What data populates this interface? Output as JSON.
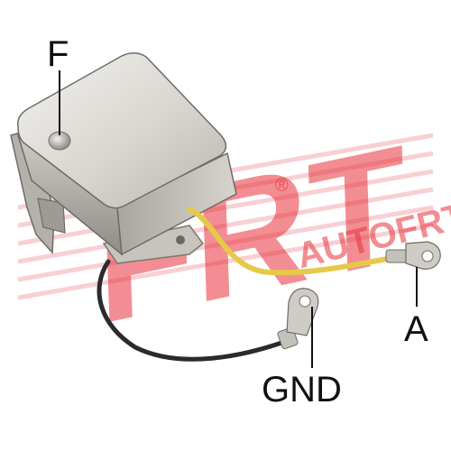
{
  "labels": {
    "field": "F",
    "armature": "A",
    "ground": "GND"
  },
  "watermark": {
    "brand_big": "FRT",
    "brand_small": "AUTOFRT",
    "registered": "®",
    "color": "#e8323c"
  },
  "colors": {
    "housing": "#d6d3cd",
    "wire_yellow": "#e7c94a",
    "wire_black": "#2b2b2b",
    "terminal": "#bdbab2"
  }
}
